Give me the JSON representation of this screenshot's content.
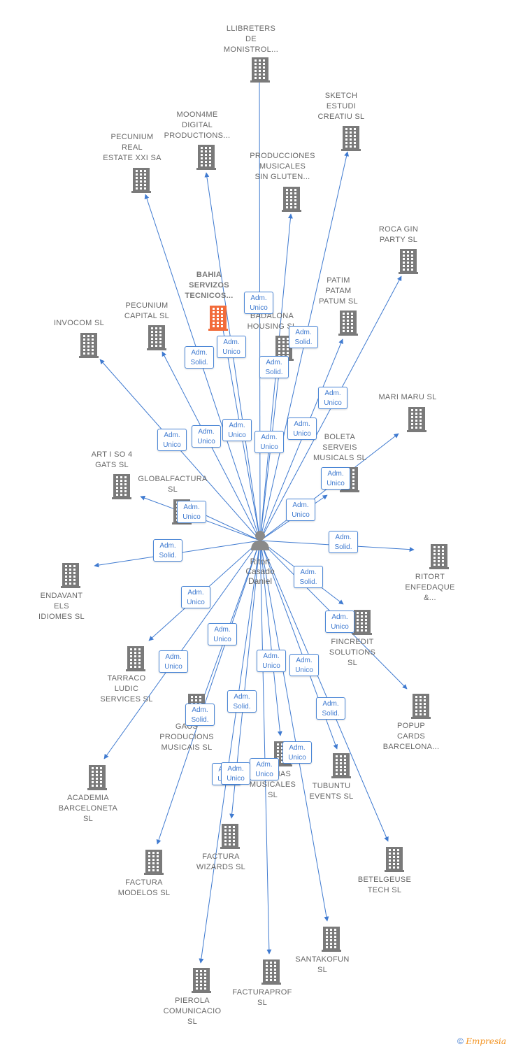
{
  "center": {
    "name": "Ritort\nCasado\nDaniel"
  },
  "colors": {
    "edge": "#3f7ad0",
    "building": "#7a7a7a",
    "highlight": "#f26b3a"
  },
  "companies": [
    {
      "id": "llibreters",
      "label": "LLIBRETERS\nDE\nMONISTROL..."
    },
    {
      "id": "sketch",
      "label": "SKETCH\nESTUDI\nCREATIU  SL"
    },
    {
      "id": "moon4me",
      "label": "MOON4ME\nDIGITAL\nPRODUCTIONS..."
    },
    {
      "id": "pecunium-real",
      "label": "PECUNIUM\nREAL\nESTATE XXI SA"
    },
    {
      "id": "producciones",
      "label": "PRODUCCIONES\nMUSICALES\nSIN GLUTEN..."
    },
    {
      "id": "roca-gin",
      "label": "ROCA GIN\nPARTY  SL"
    },
    {
      "id": "bahia",
      "label": "BAHIA\nSERVIZOS\nTECNICOS..."
    },
    {
      "id": "patim",
      "label": "PATIM\nPATAM\nPATUM  SL"
    },
    {
      "id": "pecunium-cap",
      "label": "PECUNIUM\nCAPITAL  SL"
    },
    {
      "id": "badalona",
      "label": "BADALONA\nHOUSING  SL"
    },
    {
      "id": "invocom",
      "label": "INVOCOM  SL"
    },
    {
      "id": "mari-maru",
      "label": "MARI MARU  SL"
    },
    {
      "id": "art-i-so",
      "label": "ART I SO 4\nGATS  SL"
    },
    {
      "id": "boleta",
      "label": "BOLETA\nSERVEIS\nMUSICALS  SL"
    },
    {
      "id": "globalfactura",
      "label": "GLOBALFACTURA\nSL"
    },
    {
      "id": "ritort-enf",
      "label": "RITORT\nENFEDAQUE\n&..."
    },
    {
      "id": "endavant",
      "label": "ENDAVANT\nELS\nIDIOMES  SL"
    },
    {
      "id": "fincredit",
      "label": "FINCREDIT\nSOLUTIONS\nSL"
    },
    {
      "id": "tarraco",
      "label": "TARRACO\nLUDIC\nSERVICES  SL"
    },
    {
      "id": "popup",
      "label": "POPUP\nCARDS\nBARCELONA..."
    },
    {
      "id": "gaus",
      "label": "GAUS\nPRODUCIONS\nMUSICAIS  SL"
    },
    {
      "id": "academia",
      "label": "ACADEMIA\nBARCELONETA\nSL"
    },
    {
      "id": "marinas",
      "label": "MARIÑAS\nMUSICALES\nSL"
    },
    {
      "id": "tubuntu",
      "label": "TUBUNTU\nEVENTS  SL"
    },
    {
      "id": "factura-wiz",
      "label": "FACTURA\nWIZARDS  SL"
    },
    {
      "id": "factura-mod",
      "label": "FACTURA\nMODELOS  SL"
    },
    {
      "id": "betelgeuse",
      "label": "BETELGEUSE\nTECH  SL"
    },
    {
      "id": "santakofun",
      "label": "SANTAKOFUN\nSL"
    },
    {
      "id": "facturaprof",
      "label": "FACTURAPROF\nSL"
    },
    {
      "id": "pierola",
      "label": "PIEROLA\nCOMUNICACIO\nSL"
    }
  ],
  "roles": [
    "Adm.\nUnico",
    "Adm.\nSolid.",
    "Adm.\nSolid.",
    "Adm.\nUnico",
    "Adm.\nSolid.",
    "Adm.\nUnico",
    "Adm.\nUnico",
    "Adm.\nUnico",
    "Adm.\nUnico",
    "Adm.\nUnico",
    "Adm.\nUnico",
    "Adm.\nUnico",
    "Adm.\nUnico",
    "Adm.\nUnico",
    "Adm.\nSolid.",
    "Adm.\nSolid.",
    "Adm.\nSolid.",
    "Adm.\nUnico",
    "Adm.\nUnico",
    "Adm.\nUnico",
    "Adm.\nUnico",
    "Adm.\nUnico",
    "Adm.\nSolid.",
    "Adm.\nUnico",
    "Adm.\nSolid.",
    "Adm.\nUnico",
    "Adm.\nSolid.",
    "Adm.\nUnico",
    "Adm.\nUnico",
    "Adm.\nUnico"
  ],
  "footer": {
    "copyright": "©",
    "brand": "Empresia"
  }
}
